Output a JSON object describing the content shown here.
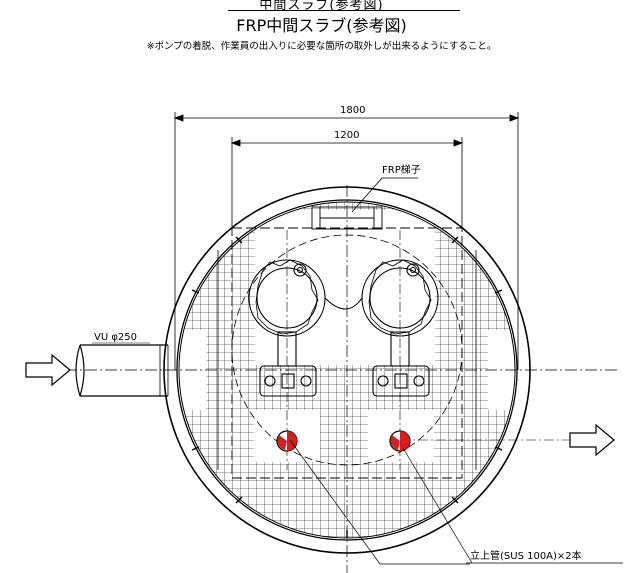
{
  "header": {
    "cut_title": "中間スラブ(参考図)",
    "title": "FRP中間スラブ(参考図)",
    "note": "※ポンプの着脱、作業員の出入りに必要な箇所の取外しが出来るようにすること。"
  },
  "drawing": {
    "dim_outer": "1800",
    "dim_inner": "1200",
    "ladder_label": "FRP梯子",
    "pipe_label": "VU φ250",
    "riser_label": "立上管(SUS 100A)×2本"
  },
  "colors": {
    "line": "#000000",
    "riser_fill": "#d42020"
  },
  "icons": [
    "inflow-arrow-icon",
    "outflow-arrow-icon"
  ]
}
